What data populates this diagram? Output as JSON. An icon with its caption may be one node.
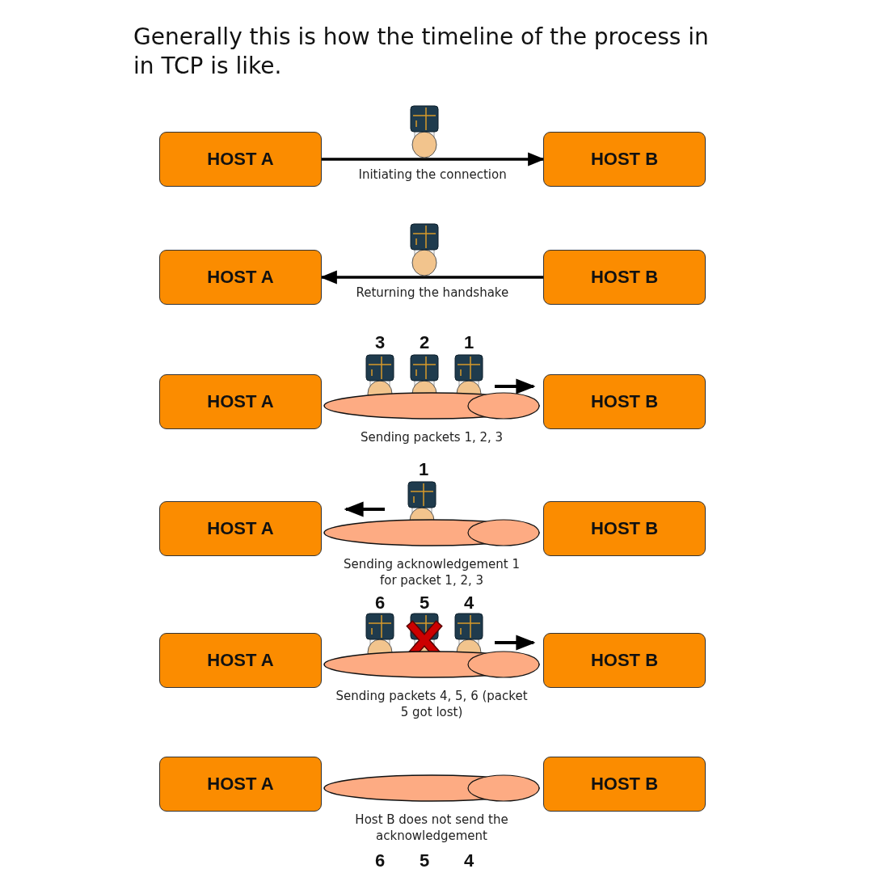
{
  "diagram": {
    "title": "Generally this is how the timeline of the process in in TCP is like.",
    "nodes": [
      {
        "text": [
          "HOST A"
        ]
      },
      {
        "text": [
          "HOST B"
        ]
      },
      {
        "text": [
          "HOST A"
        ]
      },
      {
        "text": [
          "HOST B"
        ]
      },
      {
        "text": [
          "HOST A"
        ]
      },
      {
        "text": [],
        "shape": "cylinder",
        "beside": [
          "Sending packets 1, 2, 3"
        ]
      },
      {
        "text": [
          "HOST B"
        ]
      },
      {
        "text": [
          "HOST A"
        ]
      },
      {
        "text": [],
        "shape": "cylinder",
        "beside": [
          "Sending acknowledgement 1 for packet 1, 2, 3"
        ]
      },
      {
        "text": [
          "HOST B"
        ]
      },
      {
        "text": [
          "HOST A"
        ]
      },
      {
        "text": [],
        "shape": "cylinder",
        "beside": [
          "Sending packets 4, 5, 6 (packet 5 got lost)"
        ]
      },
      {
        "text": [
          "HOST B"
        ]
      },
      {
        "text": [
          "HOST A"
        ]
      },
      {
        "text": [],
        "shape": "cylinder",
        "beside": [
          "Host B does not send the acknowledgement"
        ]
      },
      {
        "text": [
          "HOST B"
        ]
      }
    ],
    "edges": [
      {
        "from": 0,
        "to": 1,
        "arrow": "to",
        "label": "Initiating the connection"
      },
      {
        "from": 3,
        "to": 2,
        "arrow": "to",
        "label": "Returning the handshake"
      }
    ],
    "labels": [
      "3",
      "2",
      "1",
      "1",
      "6",
      "5",
      "4",
      "6",
      "5",
      "4"
    ]
  }
}
